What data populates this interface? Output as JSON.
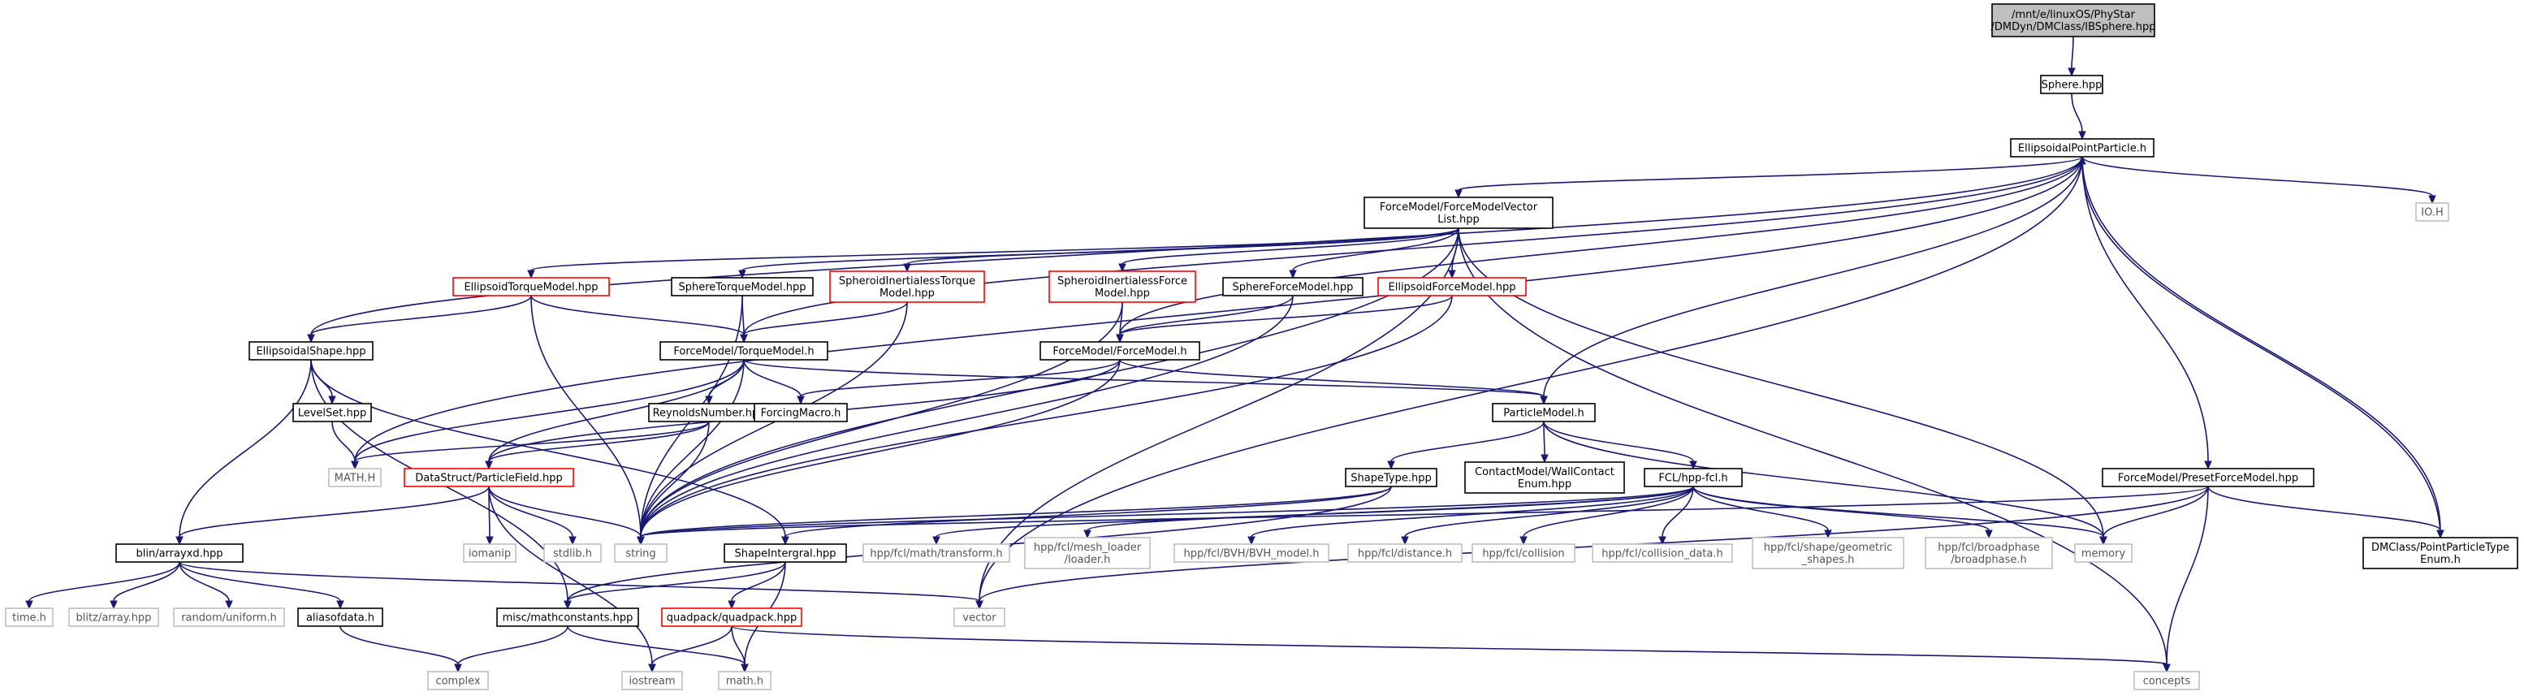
{
  "graph": {
    "title": "",
    "colors": {
      "edge": "#191970",
      "root_fill": "#bfbfbf",
      "root_border": "#000000",
      "documented_border": "#000000",
      "undocumented_border": "#ff0000",
      "system_border": "#bfbfbf",
      "system_text": "#555555"
    },
    "nodes": [
      {
        "id": "root",
        "lines": [
          "/mnt/e/linuxOS/PhyStar",
          "/DMDyn/DMClass/IBSphere.hpp"
        ],
        "kind": "root"
      },
      {
        "id": "sphere",
        "lines": [
          "Sphere.hpp"
        ],
        "kind": "doc"
      },
      {
        "id": "ellipsoidal_point_particle",
        "lines": [
          "EllipsoidalPointParticle.h"
        ],
        "kind": "doc"
      },
      {
        "id": "io_h",
        "lines": [
          "IO.H"
        ],
        "kind": "sys"
      },
      {
        "id": "force_model_vector_list",
        "lines": [
          "ForceModel/ForceModelVector",
          "List.hpp"
        ],
        "kind": "doc"
      },
      {
        "id": "ellipsoid_torque_model",
        "lines": [
          "EllipsoidTorqueModel.hpp"
        ],
        "kind": "undoc"
      },
      {
        "id": "sphere_torque_model",
        "lines": [
          "SphereTorqueModel.hpp"
        ],
        "kind": "doc"
      },
      {
        "id": "spheroid_inertialess_torque",
        "lines": [
          "SpheroidInertialessTorque",
          "Model.hpp"
        ],
        "kind": "undoc"
      },
      {
        "id": "spheroid_inertialess_force",
        "lines": [
          "SpheroidInertialessForce",
          "Model.hpp"
        ],
        "kind": "undoc"
      },
      {
        "id": "sphere_force_model",
        "lines": [
          "SphereForceModel.hpp"
        ],
        "kind": "doc"
      },
      {
        "id": "ellipsoid_force_model",
        "lines": [
          "EllipsoidForceModel.hpp"
        ],
        "kind": "undoc"
      },
      {
        "id": "ellipsoidal_shape",
        "lines": [
          "EllipsoidalShape.hpp"
        ],
        "kind": "doc"
      },
      {
        "id": "torque_model",
        "lines": [
          "ForceModel/TorqueModel.h"
        ],
        "kind": "doc"
      },
      {
        "id": "force_model",
        "lines": [
          "ForceModel/ForceModel.h"
        ],
        "kind": "doc"
      },
      {
        "id": "level_set",
        "lines": [
          "LevelSet.hpp"
        ],
        "kind": "doc"
      },
      {
        "id": "reynolds_number",
        "lines": [
          "ReynoldsNumber.hpp"
        ],
        "kind": "doc"
      },
      {
        "id": "forcing_macro",
        "lines": [
          "ForcingMacro.h"
        ],
        "kind": "doc"
      },
      {
        "id": "particle_model",
        "lines": [
          "ParticleModel.h"
        ],
        "kind": "doc"
      },
      {
        "id": "math_h_upper",
        "lines": [
          "MATH.H"
        ],
        "kind": "sys"
      },
      {
        "id": "particle_field",
        "lines": [
          "DataStruct/ParticleField.hpp"
        ],
        "kind": "undoc"
      },
      {
        "id": "shape_type",
        "lines": [
          "ShapeType.hpp"
        ],
        "kind": "doc"
      },
      {
        "id": "contact_model",
        "lines": [
          "ContactModel/WallContact",
          "Enum.hpp"
        ],
        "kind": "doc"
      },
      {
        "id": "fcl",
        "lines": [
          "FCL/hpp-fcl.h"
        ],
        "kind": "doc"
      },
      {
        "id": "preset_force_model",
        "lines": [
          "ForceModel/PresetForceModel.hpp"
        ],
        "kind": "doc"
      },
      {
        "id": "iomanip",
        "lines": [
          "iomanip"
        ],
        "kind": "sys"
      },
      {
        "id": "stdlib",
        "lines": [
          "stdlib.h"
        ],
        "kind": "sys"
      },
      {
        "id": "string",
        "lines": [
          "string"
        ],
        "kind": "sys"
      },
      {
        "id": "shape_integral",
        "lines": [
          "ShapeIntergral.hpp"
        ],
        "kind": "doc"
      },
      {
        "id": "fcl_transform",
        "lines": [
          "hpp/fcl/math/transform.h"
        ],
        "kind": "sys"
      },
      {
        "id": "fcl_mesh_loader",
        "lines": [
          "hpp/fcl/mesh_loader",
          "/loader.h"
        ],
        "kind": "sys"
      },
      {
        "id": "fcl_bvh",
        "lines": [
          "hpp/fcl/BVH/BVH_model.h"
        ],
        "kind": "sys"
      },
      {
        "id": "fcl_distance",
        "lines": [
          "hpp/fcl/distance.h"
        ],
        "kind": "sys"
      },
      {
        "id": "fcl_collision",
        "lines": [
          "hpp/fcl/collision"
        ],
        "kind": "sys"
      },
      {
        "id": "fcl_collision_data",
        "lines": [
          "hpp/fcl/collision_data.h"
        ],
        "kind": "sys"
      },
      {
        "id": "fcl_geometric_shapes",
        "lines": [
          "hpp/fcl/shape/geometric",
          "_shapes.h"
        ],
        "kind": "sys"
      },
      {
        "id": "fcl_broadphase",
        "lines": [
          "hpp/fcl/broadphase",
          "/broadphase.h"
        ],
        "kind": "sys"
      },
      {
        "id": "memory",
        "lines": [
          "memory"
        ],
        "kind": "sys"
      },
      {
        "id": "point_particle_type",
        "lines": [
          "DMClass/PointParticleType",
          "Enum.h"
        ],
        "kind": "doc"
      },
      {
        "id": "blitz_arrayxd",
        "lines": [
          "blin/arrayxd.hpp"
        ],
        "kind": "doc"
      },
      {
        "id": "time_h",
        "lines": [
          "time.h"
        ],
        "kind": "sys"
      },
      {
        "id": "blitz_array",
        "lines": [
          "blitz/array.hpp"
        ],
        "kind": "sys"
      },
      {
        "id": "random_uniform",
        "lines": [
          "random/uniform.h"
        ],
        "kind": "sys"
      },
      {
        "id": "alias_of_data",
        "lines": [
          "aliasofdata.h"
        ],
        "kind": "doc"
      },
      {
        "id": "math_constants",
        "lines": [
          "misc/mathconstants.hpp"
        ],
        "kind": "doc"
      },
      {
        "id": "quadpack",
        "lines": [
          "quadpack/quadpack.hpp"
        ],
        "kind": "undoc"
      },
      {
        "id": "vector",
        "lines": [
          "vector"
        ],
        "kind": "sys"
      },
      {
        "id": "complex",
        "lines": [
          "complex"
        ],
        "kind": "sys"
      },
      {
        "id": "iostream",
        "lines": [
          "iostream"
        ],
        "kind": "sys"
      },
      {
        "id": "math_h",
        "lines": [
          "math.h"
        ],
        "kind": "sys"
      },
      {
        "id": "concepts",
        "lines": [
          "concepts"
        ],
        "kind": "sys"
      }
    ]
  }
}
